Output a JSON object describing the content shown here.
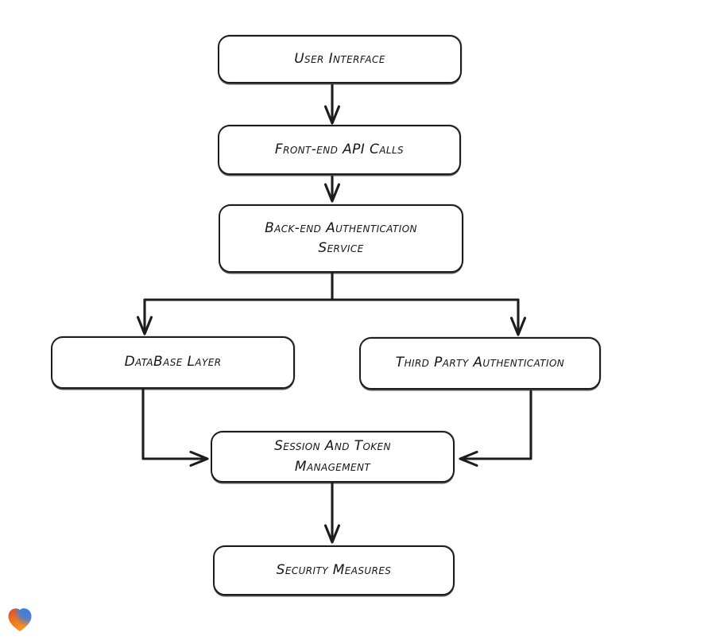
{
  "diagram": {
    "type": "flowchart",
    "style": {
      "line_color": "#1d1d1d",
      "box_fill": "#ffffff",
      "text_color": "#161616",
      "background": "#ffffff"
    },
    "nodes": [
      {
        "id": "user-interface",
        "label": "User Interface"
      },
      {
        "id": "front-end-api-calls",
        "label": "Front-end API Calls"
      },
      {
        "id": "back-end-authentication-service",
        "label": "Back-end Authentication Service"
      },
      {
        "id": "database-layer",
        "label": "DataBase Layer"
      },
      {
        "id": "third-party-authentication",
        "label": "Third Party Authentication"
      },
      {
        "id": "session-and-token-management",
        "label": "Session And Token Management"
      },
      {
        "id": "security-measures",
        "label": "Security Measures"
      }
    ],
    "edges": [
      {
        "from": "user-interface",
        "to": "front-end-api-calls"
      },
      {
        "from": "front-end-api-calls",
        "to": "back-end-authentication-service"
      },
      {
        "from": "back-end-authentication-service",
        "to": "database-layer"
      },
      {
        "from": "back-end-authentication-service",
        "to": "third-party-authentication"
      },
      {
        "from": "database-layer",
        "to": "session-and-token-management"
      },
      {
        "from": "third-party-authentication",
        "to": "session-and-token-management"
      },
      {
        "from": "session-and-token-management",
        "to": "security-measures"
      }
    ]
  },
  "branding": {
    "logo_icon": "heart-logo",
    "colors": {
      "red": "#e23230",
      "teal": "#27a493",
      "blue": "#3e7ee0",
      "orange": "#f6a11f"
    }
  }
}
